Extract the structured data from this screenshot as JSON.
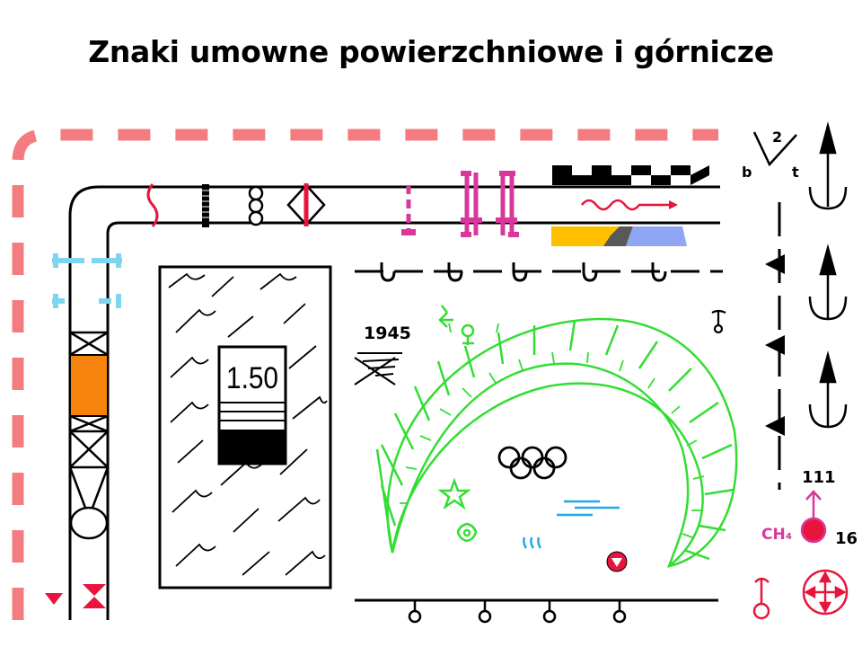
{
  "title": "Znaki umowne powierzchniowe i górnicze",
  "labels": {
    "year": "1945",
    "elevation": "1.50",
    "superscript": "2",
    "letter_b": "b",
    "letter_t": "t",
    "number_top_right": "111",
    "gas_formula": "CH₄",
    "number_right": "16"
  },
  "colors": {
    "dashed_border": "#f47c80",
    "road_line": "#000000",
    "culvert_blue": "#7fd4ee",
    "orange_block": "#f7830f",
    "magenta": "#d9389a",
    "red": "#e8143c",
    "green": "#33dd33",
    "water_blue": "#22a8e6",
    "yellow": "#ffc000",
    "gray": "#595959",
    "periwinkle": "#8ea6f4"
  },
  "icons": [
    "bridge-s-icon",
    "bridge-comb-icon",
    "bridge-circles-icon",
    "bridge-diamond-icon",
    "rail-crossing-icon",
    "checkered-strip-icon",
    "river-wave-arrow-icon",
    "colored-band-icon",
    "anchor-icon",
    "triangle-marker-icon",
    "olympic-rings-icon",
    "star-icon",
    "flower-icon",
    "spring-icon",
    "red-circle-icon",
    "compass-rose-icon"
  ]
}
